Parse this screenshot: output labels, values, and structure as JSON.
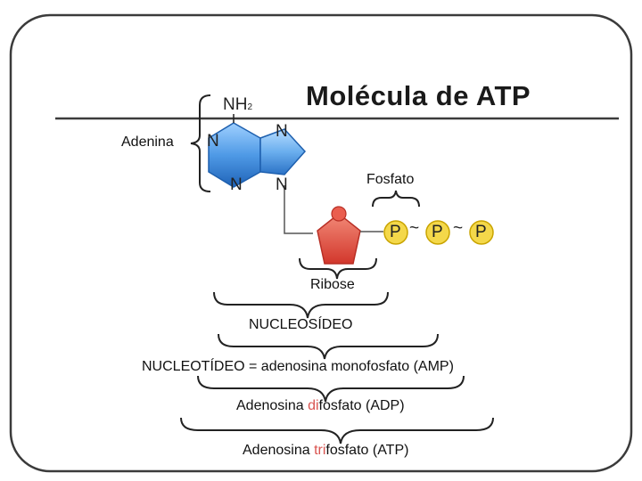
{
  "title": "Molécula  de ATP",
  "labels": {
    "adenine": "Adenina",
    "phosphate": "Fosfato",
    "ribose": "Ribose",
    "nucleoside": "NUCLEOSÍDEO",
    "nucleotide": "NUCLEOTÍDEO = adenosina monofosfato (AMP)",
    "adp": {
      "prefix": "Adenosina ",
      "highlight": "di",
      "suffix": "fosfato (ADP)"
    },
    "atp": {
      "prefix": "Adenosina ",
      "highlight": "tri",
      "suffix": "fosfato (ATP)"
    }
  },
  "atoms": {
    "nh2_main": "NH",
    "nh2_sub": "2",
    "n1": "N",
    "n2": "N",
    "n3": "N",
    "n4": "N"
  },
  "phosphates": [
    "P",
    "P",
    "P"
  ],
  "bond_symbol": "~",
  "colors": {
    "base_ring": "#2f7fd6",
    "base_ring_light": "#8fc4ff",
    "ribose": "#e0453a",
    "phosphate_fill": "#f4d84a",
    "phosphate_stroke": "#c9a400",
    "highlight": "#d9534f",
    "frame": "#3b3b3b"
  }
}
